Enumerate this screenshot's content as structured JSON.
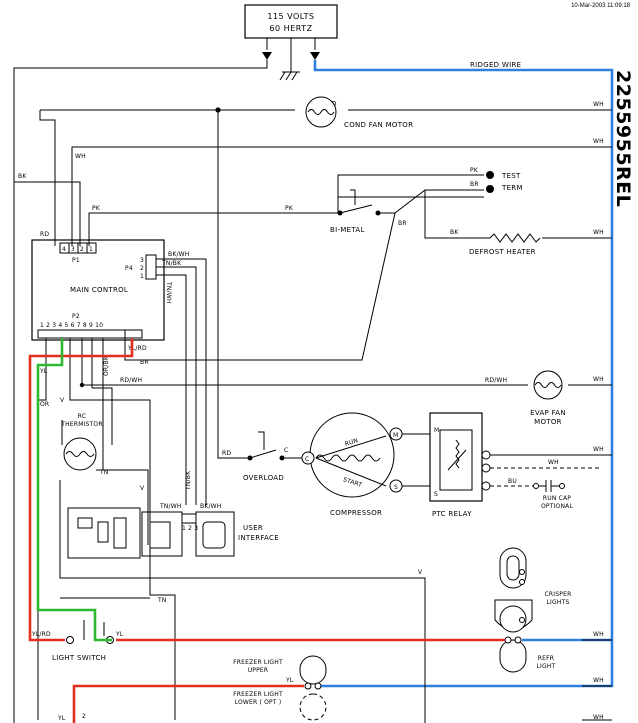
{
  "header": {
    "timestamp": "10-Mar-2003 11:09:18",
    "part_number": "2255955REL"
  },
  "power": {
    "volts": "115 VOLTS",
    "hertz": "60 HERTZ"
  },
  "labels": {
    "ridged_wire": "RIDGED WIRE",
    "wh": "WH",
    "bk": "BK",
    "rd": "RD",
    "pk": "PK",
    "br": "BR",
    "yl": "YL",
    "or": "OR",
    "tn": "TN",
    "v": "V",
    "bu": "BU",
    "c": "C",
    "m": "M",
    "s": "S",
    "yl_rd": "YL/RD",
    "bk_wh": "BK/WH",
    "tn_bk": "TN/BK",
    "tn_wh": "TN/WH",
    "or_bk": "OR/BK",
    "rd_wh": "RD/WH",
    "two": "2",
    "p1": "P1",
    "p1_pins": [
      "4",
      "3",
      "2",
      "1"
    ],
    "p2": "P2",
    "p2_pins": "1 2 3 4 5 6 7 8 9 10",
    "p4": "P4",
    "p4_pins": [
      "3",
      "2",
      "1"
    ],
    "ui_pins": "1 2 3",
    "run": "RUN",
    "start": "START"
  },
  "components": {
    "cond_fan_motor": "COND FAN MOTOR",
    "test": "TEST",
    "term": "TERM",
    "bi_metal": "BI-METAL",
    "defrost_heater": "DEFROST HEATER",
    "main_control": "MAIN CONTROL",
    "evap_fan_motor": [
      "EVAP FAN",
      "MOTOR"
    ],
    "rc_thermistor": [
      "RC",
      "THERMISTOR"
    ],
    "overload": "OVERLOAD",
    "compressor": "COMPRESSOR",
    "ptc_relay": "PTC RELAY",
    "run_cap": [
      "RUN CAP",
      "OPTIONAL"
    ],
    "user_interface": [
      "USER",
      "INTERFACE"
    ],
    "crisper_lights": [
      "CRISPER",
      "LIGHTS"
    ],
    "refr_light": [
      "REFR",
      "LIGHT"
    ],
    "light_switch": "LIGHT SWITCH",
    "freezer_light_upper": [
      "FREEZER LIGHT",
      "UPPER"
    ],
    "freezer_light_lower": [
      "FREEZER LIGHT",
      "LOWER ( OPT )"
    ]
  },
  "colors": {
    "blue_wire": "#2f7fe0",
    "red_wire": "#e0301c",
    "green_wire": "#2fb82f"
  }
}
